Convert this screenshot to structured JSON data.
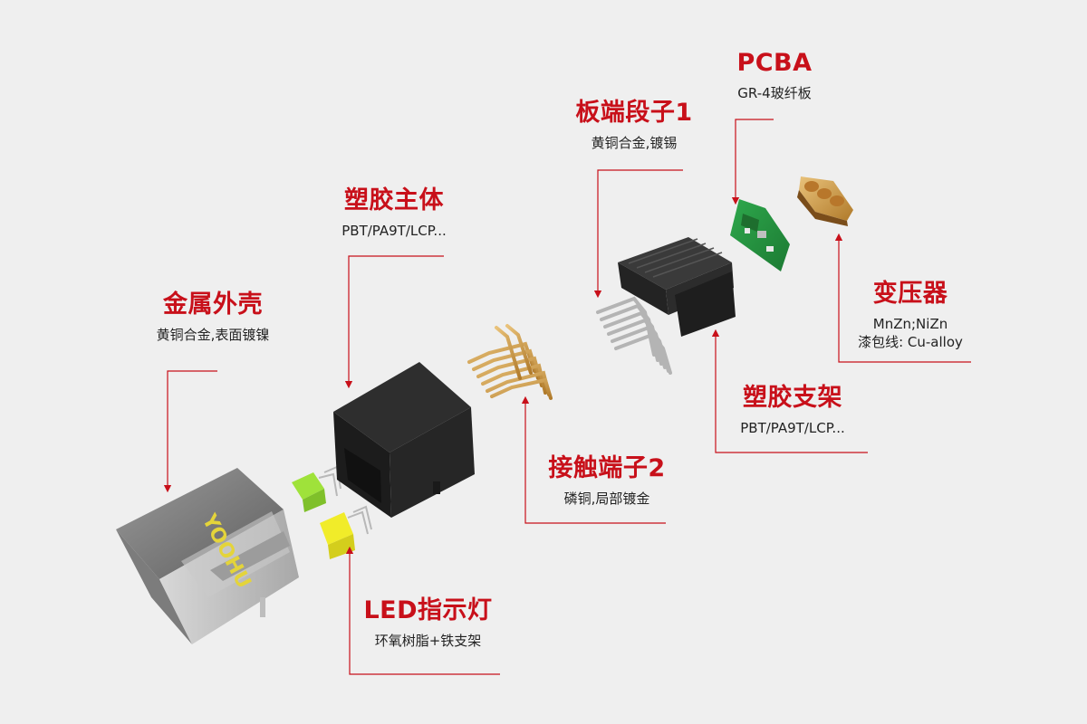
{
  "colors": {
    "background": "#efefef",
    "accent": "#c8101a",
    "text": "#222222"
  },
  "labels": {
    "pcba": {
      "title": "PCBA",
      "lines": [
        "GR-4玻纤板"
      ]
    },
    "board_terminal": {
      "title": "板端段子1",
      "lines": [
        "黄铜合金,镀锡"
      ]
    },
    "plastic_body": {
      "title": "塑胶主体",
      "lines": [
        "PBT/PA9T/LCP..."
      ]
    },
    "metal_shell": {
      "title": "金属外壳",
      "lines": [
        "黄铜合金,表面镀镍"
      ]
    },
    "transformer": {
      "title": "变压器",
      "lines": [
        "MnZn;NiZn",
        "漆包线: Cu-alloy"
      ]
    },
    "plastic_bracket": {
      "title": "塑胶支架",
      "lines": [
        "PBT/PA9T/LCP..."
      ]
    },
    "contact_terminal": {
      "title": "接触端子2",
      "lines": [
        "磷铜,局部镀金"
      ]
    },
    "led": {
      "title": "LED指示灯",
      "lines": [
        "环氧树脂+铁支架"
      ]
    }
  },
  "parts": {
    "shell_brand": "YOOHU"
  }
}
